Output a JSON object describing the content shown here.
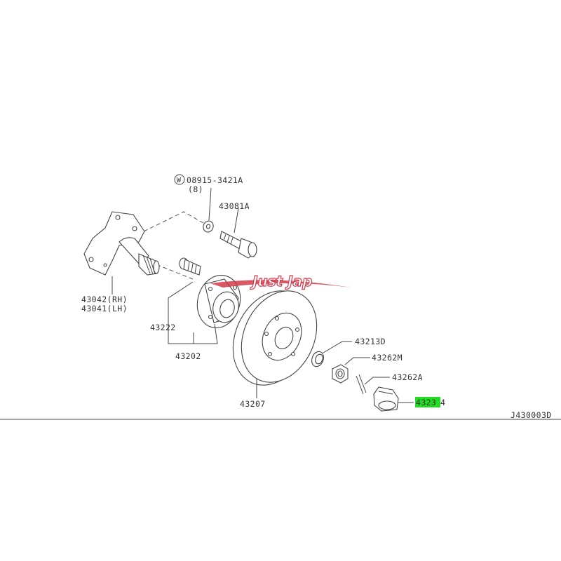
{
  "labels": {
    "washer_code": "08915-3421A",
    "washer_qty": "(8)",
    "bolt": "43081A",
    "spindle_rh": "43042(RH)",
    "spindle_lh": "43041(LH)",
    "hub_bolt": "43222",
    "hub_assembly": "43202",
    "disc": "43207",
    "seal": "43213D",
    "nut": "43262M",
    "pin": "43262A",
    "cap_highlighted": "4323",
    "cap_suffix": "4",
    "diagram_id": "J430003D"
  },
  "washer_symbol": "W",
  "watermark": "Just Jap",
  "colors": {
    "highlight": "#22dd22",
    "logo": "#d33a4a",
    "line": "#444444"
  }
}
